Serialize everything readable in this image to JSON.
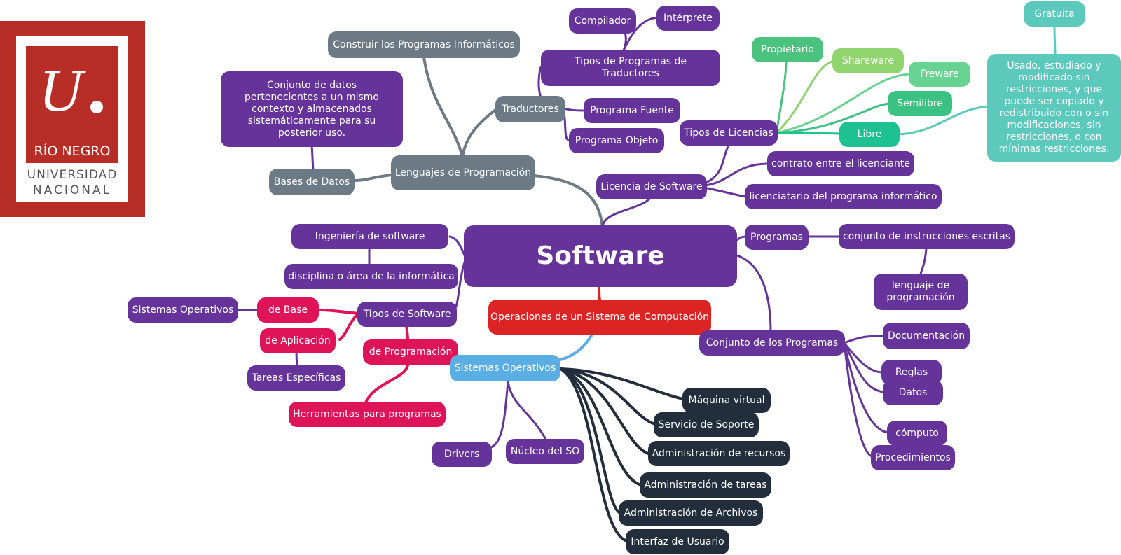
{
  "logo": {
    "line1": "RÍO NEGRO",
    "line2": "UNIVERSIDAD",
    "line3": "NACIONAL"
  },
  "colors": {
    "purple": "#66339a",
    "gray": "#6c7a85",
    "red": "#dd2424",
    "pink": "#de1358",
    "blue": "#5aaee3",
    "dark": "#222e3b",
    "teal": "#1ec190",
    "aqua": "#5cc9bd",
    "logo_red": "#b82e26"
  },
  "nodes": {
    "software": "Software",
    "operaciones": "Operaciones de un Sistema de Computación",
    "lenguajes": "Lenguajes de Programación",
    "construir": "Construir los Programas Informáticos",
    "traductores": "Traductores",
    "tipos_traductores": "Tipos de Programas de Traductores",
    "compilador": "Compilador",
    "interprete": "Intérprete",
    "programa_fuente": "Programa Fuente",
    "programa_objeto": "Programa Objeto",
    "bases_datos": "Bases de Datos",
    "conjunto_datos": "Conjunto de datos pertenecientes a un mismo contexto y almacenados sistemáticamente para su posterior uso.",
    "licencia": "Licencia de Software",
    "tipos_licencias": "Tipos de Licencias",
    "propietario": "Propietario",
    "shareware": "Shareware",
    "freware": "Freware",
    "semilibre": "Semilibre",
    "libre": "Libre",
    "gratuita": "Gratuita",
    "libre_desc": "Usado, estudiado y modificado sin restricciones, y que puede ser copiado y redistribuido con o sin modificaciones, sin restricciones, o con mínimas restricciones.",
    "contrato": "contrato entre el licenciante",
    "licenciatario": "licenciatario del programa informático",
    "programas": "Programas",
    "conjunto_instrucciones": "conjunto de instrucciones escritas",
    "lenguaje_prog": "lenguaje de programación",
    "conjunto_programas": "Conjunto de los Programas",
    "documentacion": "Documentación",
    "reglas": "Reglas",
    "datos": "Datos",
    "computo": "cómputo",
    "procedimientos": "Procedimientos",
    "ingenieria": "Ingeniería de software",
    "disciplina": "disciplina o área de la informática",
    "tipos_software": "Tipos de Software",
    "de_base": "de Base",
    "sist_operativos_izq": "Sistemas Operativos",
    "de_aplicacion": "de Aplicación",
    "tareas_especificas": "Tareas Específicas",
    "de_programacion": "de Programación",
    "herramientas": "Herramientas para programas",
    "sist_operativos": "Sistemas Operativos",
    "drivers": "Drivers",
    "nucleo": "Núcleo del SO",
    "maquina_virtual": "Máquina virtual",
    "servicio_soporte": "Servicio de Soporte",
    "admin_recursos": "Administración de recursos",
    "admin_tareas": "Administración de tareas",
    "admin_archivos": "Administración de Archivos",
    "interfaz_usuario": "Interfaz de Usuario"
  }
}
